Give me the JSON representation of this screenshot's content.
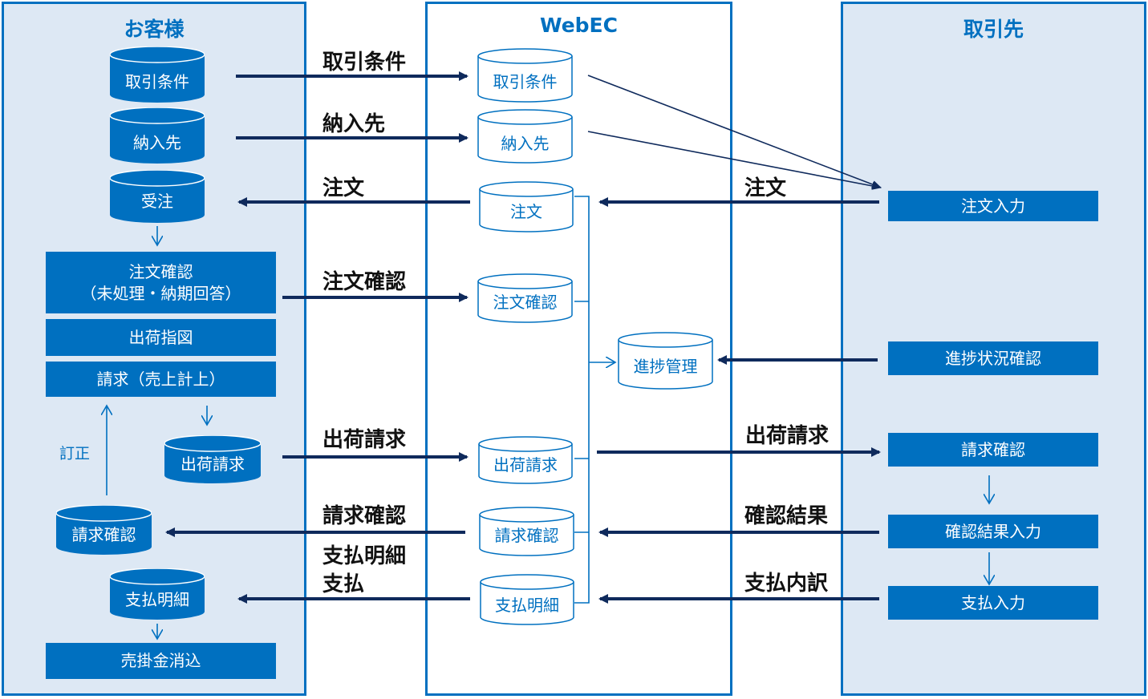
{
  "panels": {
    "customer": {
      "title": "お客様"
    },
    "webec": {
      "title": "WebEC"
    },
    "supplier": {
      "title": "取引先"
    }
  },
  "customer": {
    "db_terms": "取引条件",
    "db_delivery": "納入先",
    "db_order": "受注",
    "box_order_confirm_line1": "注文確認",
    "box_order_confirm_line2": "（未処理・納期回答）",
    "box_shipping_instruction": "出荷指図",
    "box_billing": "請求（売上計上）",
    "db_shipping_billing": "出荷請求",
    "note_correction": "訂正",
    "db_billing_confirm": "請求確認",
    "db_payment_detail": "支払明細",
    "box_receivable_clearing": "売掛金消込"
  },
  "webec": {
    "db_terms": "取引条件",
    "db_delivery": "納入先",
    "db_order": "注文",
    "db_order_confirm": "注文確認",
    "db_progress": "進捗管理",
    "db_shipping_billing": "出荷請求",
    "db_billing_confirm": "請求確認",
    "db_payment_detail": "支払明細"
  },
  "supplier": {
    "box_order_entry": "注文入力",
    "box_progress_check": "進捗状況確認",
    "box_billing_confirm": "請求確認",
    "box_result_entry": "確認結果入力",
    "box_payment_entry": "支払入力"
  },
  "flows_left": {
    "terms": "取引条件",
    "delivery": "納入先",
    "order": "注文",
    "order_confirm": "注文確認",
    "shipping_billing": "出荷請求",
    "billing_confirm": "請求確認",
    "payment_detail": "支払明細",
    "payment": "支払"
  },
  "flows_right": {
    "order": "注文",
    "shipping_billing": "出荷請求",
    "confirm_result": "確認結果",
    "payment_breakdown": "支払内訳"
  },
  "colors": {
    "accent": "#0070C0",
    "panel_fill": "#DDE8F4",
    "arrow_dark": "#0F2A5C"
  }
}
